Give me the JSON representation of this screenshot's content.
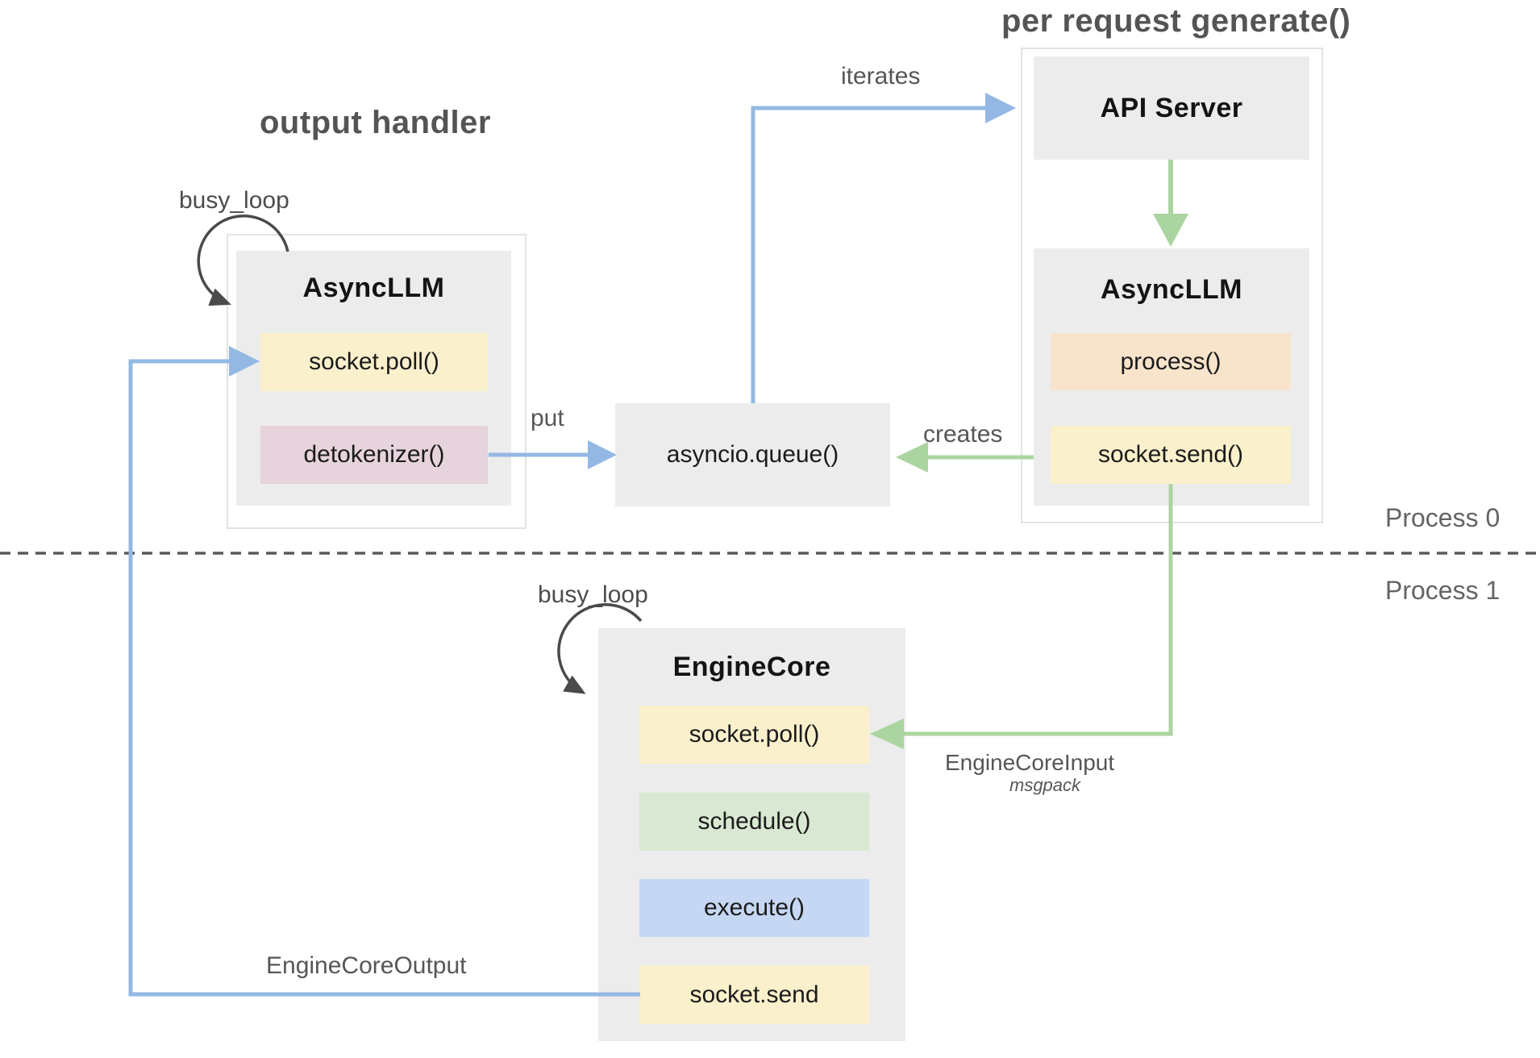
{
  "titles": {
    "output_handler": "output handler",
    "per_request_generate": "per request generate()"
  },
  "process_labels": {
    "process0": "Process 0",
    "process1": "Process 1"
  },
  "arrow_labels": {
    "busy_loop_left": "busy_loop",
    "busy_loop_engine": "busy_loop",
    "put": "put",
    "iterates": "iterates",
    "creates": "creates",
    "engine_core_input": "EngineCoreInput",
    "engine_core_input_format": "msgpack",
    "engine_core_output": "EngineCoreOutput"
  },
  "output_handler_group": {
    "title": "AsyncLLM",
    "items": [
      {
        "label": "socket.poll()",
        "color": "#faf0cc"
      },
      {
        "label": "detokenizer()",
        "color": "#e6d3dc"
      }
    ]
  },
  "queue": {
    "label": "asyncio.queue()"
  },
  "generate_group": {
    "api_server": "API Server",
    "title": "AsyncLLM",
    "items": [
      {
        "label": "process()",
        "color": "#f8e3cb"
      },
      {
        "label": "socket.send()",
        "color": "#faf0cc"
      }
    ]
  },
  "engine_core_group": {
    "title": "EngineCore",
    "items": [
      {
        "label": "socket.poll()",
        "color": "#faf0cc"
      },
      {
        "label": "schedule()",
        "color": "#d9e8d2"
      },
      {
        "label": "execute()",
        "color": "#c5d7f2"
      },
      {
        "label": "socket.send",
        "color": "#faf0cc"
      }
    ]
  },
  "colors": {
    "blue_arrow": "#93b8e3",
    "green_arrow": "#abd5a0",
    "box_gray": "#ececec",
    "box_yellow": "#faf0cc",
    "box_peach": "#f8e3cb",
    "box_pink": "#e6d3dc",
    "box_green": "#d9e8d2",
    "box_blue": "#c5d7f2",
    "label_gray": "#565656",
    "loop_arrow_gray": "#4a4a4a"
  }
}
